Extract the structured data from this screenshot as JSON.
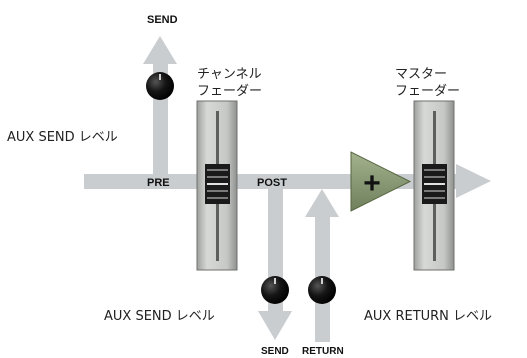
{
  "labels": {
    "top_send": "SEND",
    "channel_fader": [
      "チャンネル",
      "フェーダー"
    ],
    "master_fader": [
      "マスター",
      "フェーダー"
    ],
    "aux_send_level_pre": "AUX SEND レベル",
    "pre": "PRE",
    "post": "POST",
    "aux_send_level_post": "AUX SEND レベル",
    "aux_return_level": "AUX RETURN  レベル",
    "bottom_send": "SEND",
    "bottom_return": "RETURN"
  },
  "summing_symbol": "+",
  "colors": {
    "path": "#c9cdd0",
    "fader_body": "#c4c6c3",
    "fader_dark": "#8e908d",
    "amp": "#8a9c74",
    "knob": "#111111"
  },
  "icons": [
    "knob-icon",
    "fader-icon",
    "summing-amp-icon",
    "arrow-icon"
  ]
}
